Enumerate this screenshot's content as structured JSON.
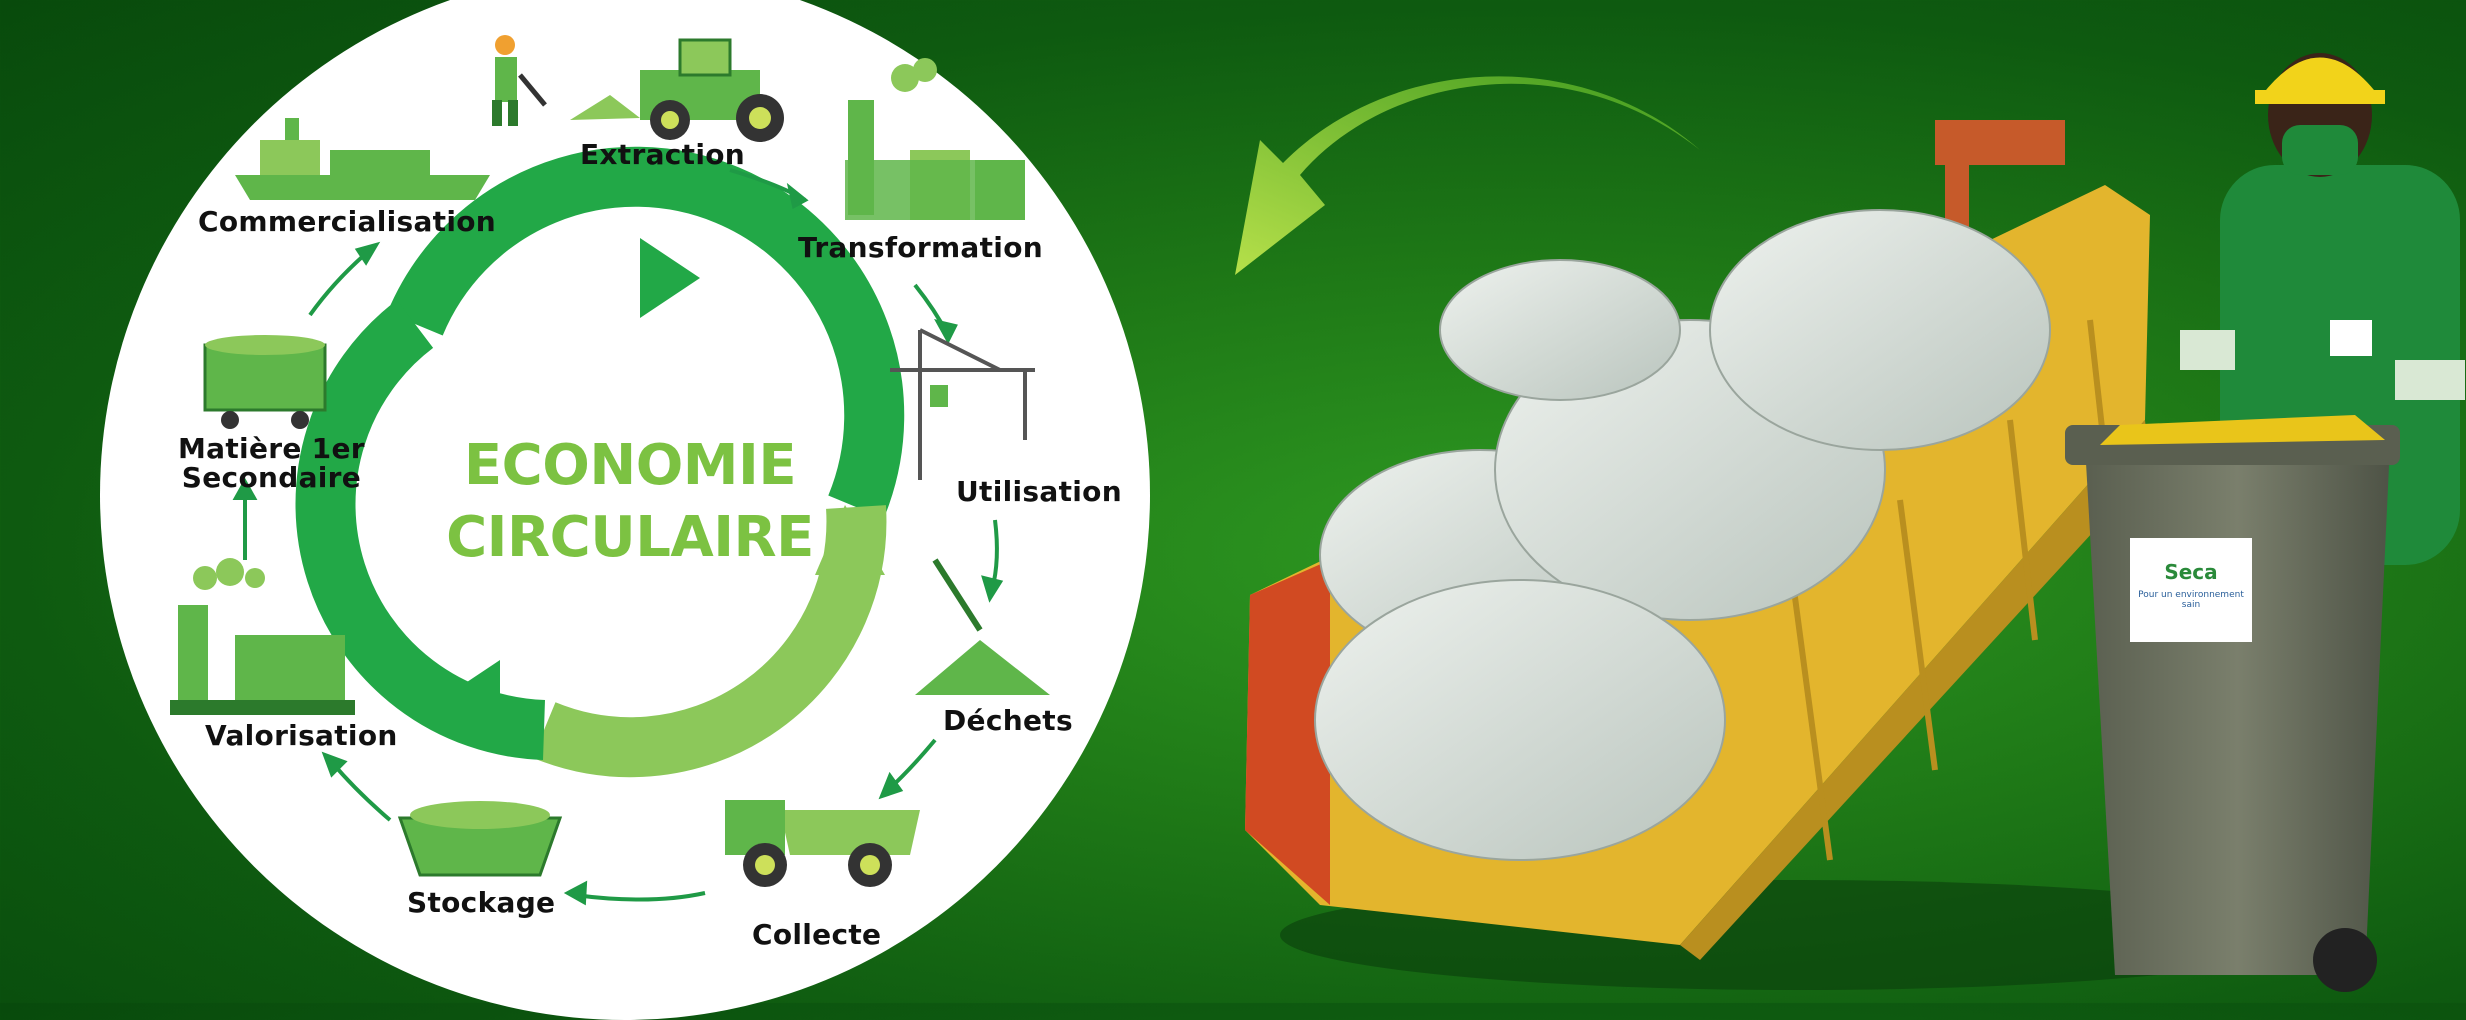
{
  "center": {
    "line1": "ECONOMIE",
    "line2": "CIRCULAIRE"
  },
  "stages": {
    "extraction": "Extraction",
    "transformation": "Transformation",
    "utilisation": "Utilisation",
    "dechets": "Déchets",
    "collecte": "Collecte",
    "stockage": "Stockage",
    "valorisation": "Valorisation",
    "matiere_line1": "Matière 1er",
    "matiere_line2": "Secondaire",
    "commercialisation": "Commercialisation"
  },
  "bin_label": {
    "brand": "Seca",
    "tagline": "Pour un environnement sain"
  },
  "colors": {
    "background": "#1f7a17",
    "ring_dark": "#22a847",
    "ring_light": "#8cc85a",
    "icon_green": "#5fb64a",
    "truck_yellow": "#e8b82e",
    "bin_grey": "#6b6f5f"
  }
}
